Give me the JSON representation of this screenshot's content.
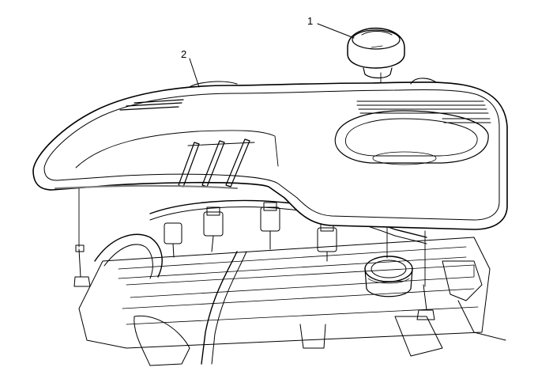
{
  "diagram": {
    "callouts": [
      {
        "id": "1",
        "label": "1"
      },
      {
        "id": "2",
        "label": "2"
      }
    ],
    "colors": {
      "line": "#000000",
      "cover_shadow": "#7a7a7a",
      "background": "#ffffff"
    }
  }
}
